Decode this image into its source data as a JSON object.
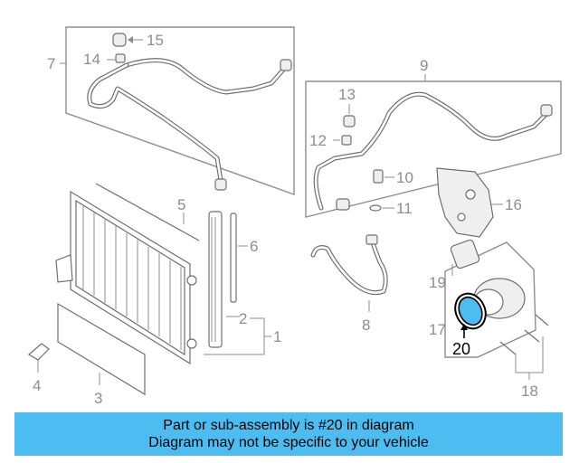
{
  "callouts": {
    "n1": "1",
    "n2": "2",
    "n3": "3",
    "n4": "4",
    "n5": "5",
    "n6": "6",
    "n7": "7",
    "n8": "8",
    "n9": "9",
    "n10": "10",
    "n11": "11",
    "n12": "12",
    "n13": "13",
    "n14": "14",
    "n15": "15",
    "n16": "16",
    "n17": "17",
    "n18": "18",
    "n19": "19",
    "n20": "20"
  },
  "highlight": {
    "part_number": "20",
    "color": "#4dbcf0"
  },
  "banner": {
    "line1": "Part or sub-assembly is #20 in diagram",
    "line2": "Diagram may not be specific to your vehicle",
    "background": "#4dbcf0"
  }
}
